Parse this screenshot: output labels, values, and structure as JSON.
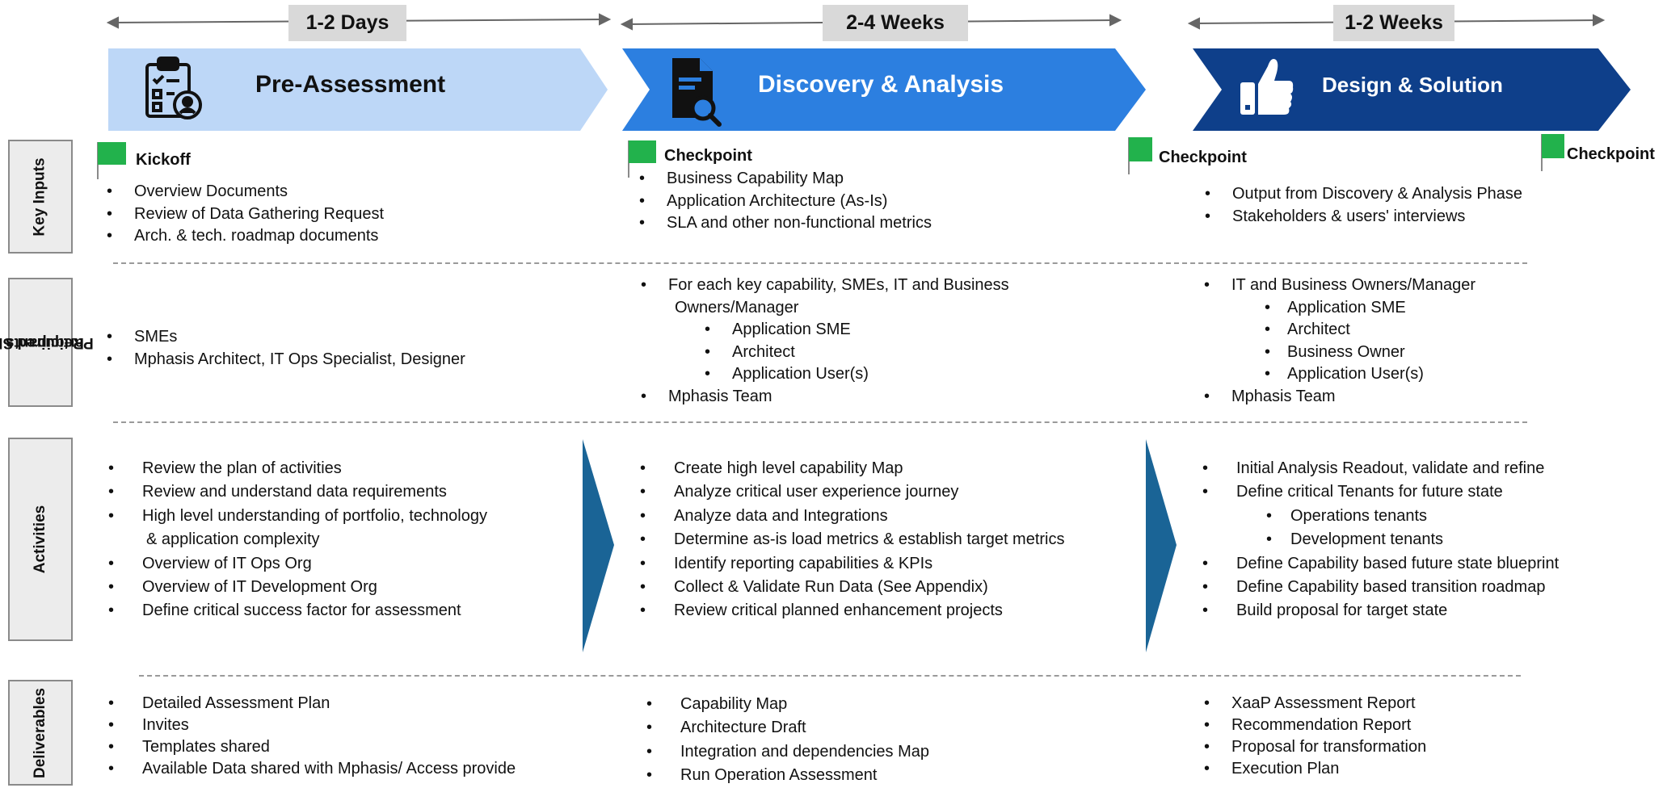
{
  "durations": [
    "1-2 Days",
    "2-4 Weeks",
    "1-2 Weeks"
  ],
  "phases": [
    {
      "title": "Pre-Assessment",
      "icon": "clipboard-user-icon",
      "color": "#bdd7f7"
    },
    {
      "title": "Discovery & Analysis",
      "icon": "document-search-icon",
      "color": "#2c7fe0"
    },
    {
      "title": "Design & Solution",
      "icon": "thumbs-up-icon",
      "color": "#0e3f8a"
    }
  ],
  "row_labels": {
    "key_inputs": "Key Inputs",
    "sme_line1": "Required SME",
    "sme_line2": "Participants",
    "activities": "Activities",
    "deliverables": "Deliverables"
  },
  "milestones": [
    "Kickoff",
    "Checkpoint",
    "Checkpoint",
    "Checkpoint"
  ],
  "key_inputs": {
    "pre": [
      "Overview Documents",
      "Review of Data Gathering Request",
      "Arch. & tech. roadmap documents"
    ],
    "discovery": [
      "Business Capability Map",
      "Application Architecture (As-Is)",
      "SLA and other non-functional metrics"
    ],
    "design": [
      "Output from Discovery & Analysis Phase",
      "Stakeholders & users' interviews"
    ]
  },
  "participants": {
    "pre": [
      "SMEs",
      "Mphasis Architect, IT Ops Specialist, Designer"
    ],
    "discovery": {
      "line1": "For each key capability, SMEs, IT and Business",
      "line2": "Owners/Manager",
      "subs": [
        "Application SME",
        "Architect",
        "Application User(s)"
      ],
      "last": "Mphasis Team"
    },
    "design": {
      "first": "IT and Business Owners/Manager",
      "subs": [
        "Application SME",
        "Architect",
        "Business Owner",
        "Application User(s)"
      ],
      "last": "Mphasis Team"
    }
  },
  "activities": {
    "pre": {
      "a1": "Review the plan of activities",
      "a2": "Review and understand data requirements",
      "a3_line1": "High level understanding of portfolio, technology",
      "a3_line2": "& application complexity",
      "a4": "Overview of IT Ops Org",
      "a5": "Overview of IT Development Org",
      "a6": "Define critical success factor for assessment"
    },
    "discovery": [
      "Create high level capability Map",
      "Analyze critical user experience journey",
      "Analyze data and Integrations",
      "Determine as-is load metrics & establish target metrics",
      "Identify reporting capabilities & KPIs",
      "Collect & Validate Run Data (See Appendix)",
      "Review critical planned enhancement projects"
    ],
    "design": {
      "a1": "Initial Analysis Readout, validate and refine",
      "a2": "Define critical Tenants for future state",
      "subs": [
        "Operations tenants",
        "Development tenants"
      ],
      "a3": "Define Capability based future state blueprint",
      "a4": "Define Capability based transition roadmap",
      "a5": "Build proposal for target state"
    }
  },
  "deliverables": {
    "pre": [
      "Detailed Assessment Plan",
      "Invites",
      "Templates shared",
      "Available Data shared with Mphasis/ Access provide"
    ],
    "discovery": [
      "Capability Map",
      "Architecture Draft",
      "Integration and dependencies Map",
      "Run Operation Assessment"
    ],
    "design": [
      "XaaP Assessment Report",
      "Recommendation Report",
      "Proposal for transformation",
      "Execution Plan"
    ]
  },
  "colors": {
    "pre": "#bdd7f7",
    "discovery": "#2c7fe0",
    "design": "#0e3f8a",
    "flag": "#22b24c",
    "activity_arrow": "#1a6496",
    "duration_box": "#d9d9d9"
  }
}
